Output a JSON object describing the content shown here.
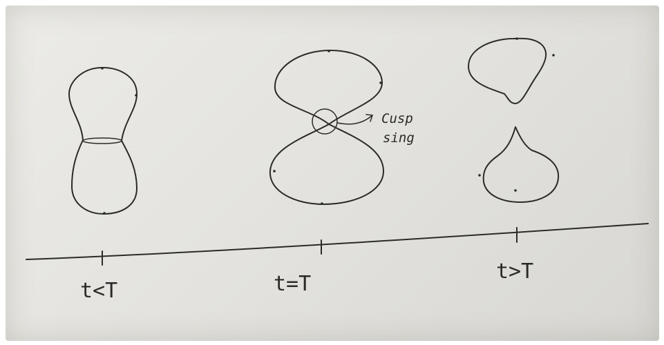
{
  "diagram": {
    "ticks": [
      {
        "label": "t<T"
      },
      {
        "label": "t=T"
      },
      {
        "label": "t>T"
      }
    ],
    "annotation": {
      "line1": "Cusp",
      "line2": "sing"
    }
  }
}
